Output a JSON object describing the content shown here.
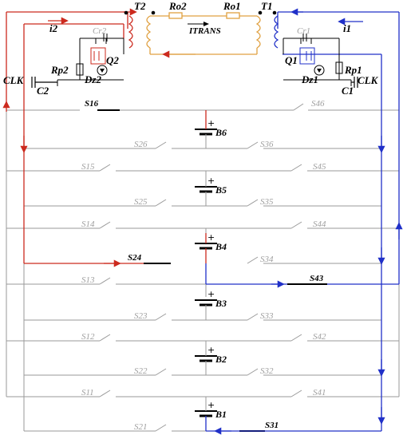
{
  "colors": {
    "grid": "#9a9a9a",
    "red": "#cc2a1e",
    "blue": "#2030c8",
    "orange": "#e0a040",
    "black": "#000000"
  },
  "labels": {
    "i2": "i2",
    "i1": "i1",
    "t2": "T2",
    "t1": "T1",
    "r_o2": "Ro2",
    "r_o1": "Ro1",
    "i_trans": "ITRANS",
    "cr2": "Cr2",
    "cr1": "Cr1",
    "rp2": "Rp2",
    "rp1": "Rp1",
    "q2": "Q2",
    "q1": "Q1",
    "dz2": "Dz2",
    "dz1": "Dz1",
    "clk_left": "CLK",
    "clk_right": "CLK",
    "c2": "C2",
    "c1": "C1"
  },
  "batteries": [
    "B6",
    "B5",
    "B4",
    "B3",
    "B2",
    "B1"
  ],
  "switches": {
    "s16": "S16",
    "s46": "S46",
    "s26": "S26",
    "s36": "S36",
    "s15": "S15",
    "s45": "S45",
    "s25": "S25",
    "s35": "S35",
    "s14": "S14",
    "s44": "S44",
    "s24": "S24",
    "s34": "S34",
    "s13": "S13",
    "s43": "S43",
    "s23": "S23",
    "s33": "S33",
    "s12": "S12",
    "s42": "S42",
    "s22": "S22",
    "s32": "S32",
    "s11": "S11",
    "s41": "S41",
    "s21": "S21",
    "s31": "S31"
  }
}
